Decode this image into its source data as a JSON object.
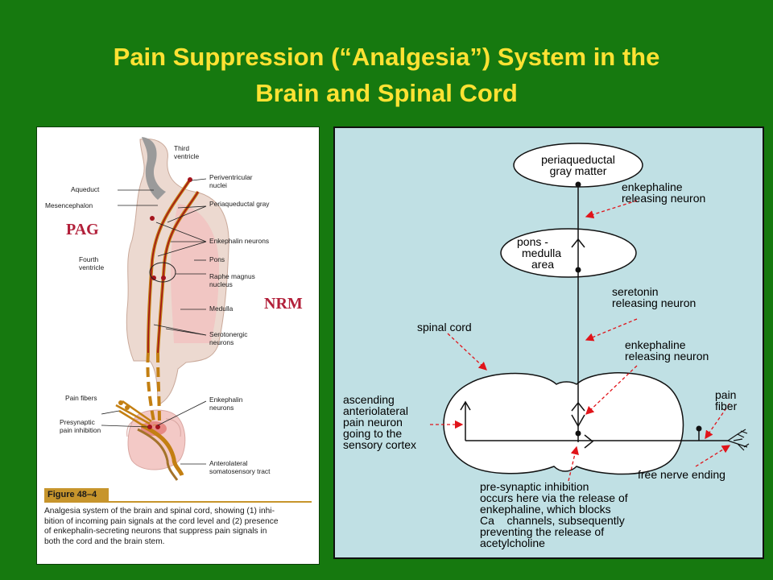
{
  "title": {
    "line1": "Pain Suppression (“Analgesia”) System in the",
    "line2": "Brain and Spinal Cord"
  },
  "left_figure": {
    "labels": {
      "third_ventricle_1": "Third",
      "third_ventricle_2": "ventricle",
      "aqueduct": "Aqueduct",
      "mesencephalon": "Mesencephalon",
      "periventricular_1": "Periventricular",
      "periventricular_2": "nuclei",
      "periaqueductal_gray": "Periaqueductal gray",
      "pag": "PAG",
      "fourth_ventricle_1": "Fourth",
      "fourth_ventricle_2": "ventricle",
      "enkephalin_neurons": "Enkephalin neurons",
      "pons": "Pons",
      "raphe_1": "Raphe magnus",
      "raphe_2": "nucleus",
      "nrm": "NRM",
      "medulla": "Medulla",
      "serotonergic_1": "Serotonergic",
      "serotonergic_2": "neurons",
      "pain_fibers": "Pain fibers",
      "presynaptic_1": "Presynaptic",
      "presynaptic_2": "pain inhibition",
      "enkephalin_1": "Enkephalin",
      "enkephalin_2": "neurons",
      "anterolateral_1": "Anterolateral",
      "anterolateral_2": "somatosensory tract"
    },
    "figure_number": "Figure 48–4",
    "caption": [
      "Analgesia system of the brain and spinal cord, showing (1) inhi-",
      "bition of incoming pain signals at the cord level and (2) presence",
      "of enkephalin-secreting neurons that suppress pain signals in",
      "both the cord and the brain stem."
    ]
  },
  "right_diagram": {
    "periaqueductal_1": "periaqueductal",
    "periaqueductal_2": "gray matter",
    "enkephaline_top_1": "enkephaline",
    "enkephaline_top_2": "releasing neuron",
    "pons_1": "pons -",
    "pons_2": "medulla",
    "pons_3": "area",
    "seretonin_1": "seretonin",
    "seretonin_2": "releasing neuron",
    "spinal_cord": "spinal cord",
    "enkephaline_bottom_1": "enkephaline",
    "enkephaline_bottom_2": "releasing neuron",
    "ascending": [
      "ascending",
      "anteriolateral",
      "pain neuron",
      "going to the",
      "sensory cortex"
    ],
    "pain_fiber_1": "pain",
    "pain_fiber_2": "fiber",
    "free_nerve_ending": "free nerve ending",
    "presynaptic": [
      "pre-synaptic inhibition",
      "occurs here via the release of",
      "enkephaline, which blocks",
      "Ca    channels, subsequently",
      "preventing the release of",
      "acetylcholine"
    ]
  },
  "colors": {
    "background": "#16790f",
    "title": "#ffe233",
    "diagram_background": "#c0e0e4",
    "arrow": "#e0141a",
    "label_red": "#b2203a"
  }
}
